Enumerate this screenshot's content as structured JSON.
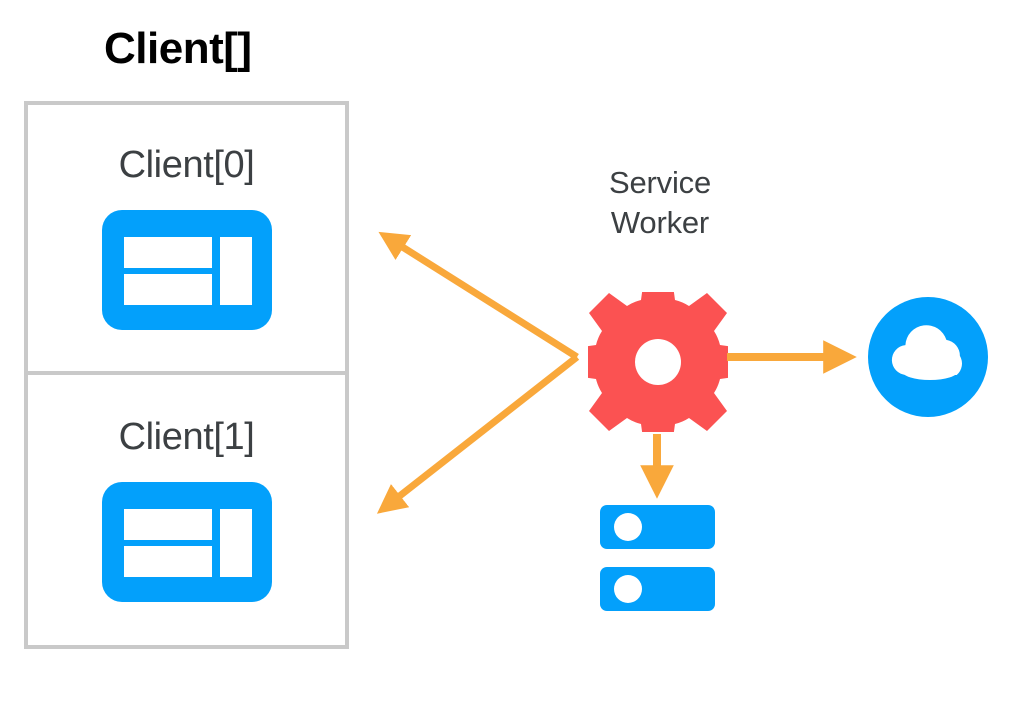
{
  "diagram": {
    "title": "Client[]",
    "title_color": "#000000",
    "background_color": "#ffffff"
  },
  "colors": {
    "client_blue": "#03a0fb",
    "gear_red": "#fb5252",
    "arrow_orange": "#f9a83b",
    "border_gray": "#c9c9c9",
    "text_dark": "#3c4043",
    "icon_white": "#ffffff"
  },
  "clients": {
    "container_label": "Client[]",
    "items": [
      {
        "label": "Client[0]",
        "icon": "browser-window-icon"
      },
      {
        "label": "Client[1]",
        "icon": "browser-window-icon"
      }
    ]
  },
  "service_worker": {
    "label_line1": "Service",
    "label_line2": "Worker",
    "icon": "gear-icon"
  },
  "nodes": {
    "cloud": {
      "icon": "cloud-icon",
      "label": ""
    },
    "storage": {
      "icon": "storage-database-icon",
      "label": ""
    }
  },
  "arrows": [
    {
      "name": "arrow-sw-to-client0",
      "from": "service-worker",
      "to": "client-0",
      "direction": "up-left",
      "color": "#f9a83b"
    },
    {
      "name": "arrow-sw-to-client1",
      "from": "service-worker",
      "to": "client-1",
      "direction": "down-left",
      "color": "#f9a83b"
    },
    {
      "name": "arrow-sw-to-cloud",
      "from": "service-worker",
      "to": "cloud",
      "direction": "right",
      "color": "#f9a83b"
    },
    {
      "name": "arrow-sw-to-storage",
      "from": "service-worker",
      "to": "storage",
      "direction": "down",
      "color": "#f9a83b"
    }
  ]
}
